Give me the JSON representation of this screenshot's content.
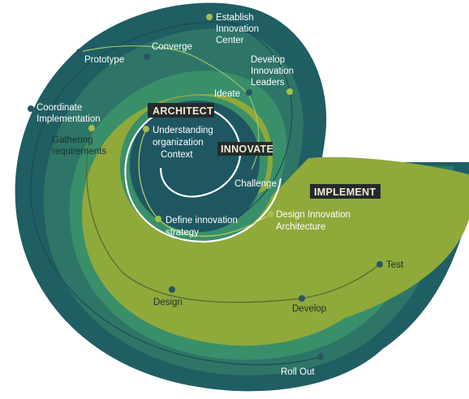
{
  "colors": {
    "outer_dark": "#1f5e63",
    "outer_mid": "#2e7567",
    "green_mid": "#3a8f6b",
    "lime": "#8fa93a",
    "lime_light": "#a7bd45",
    "inner_dark": "#1e5762",
    "phase_box": "#242a2b",
    "white_line": "#ffffff",
    "dot_lime": "#a3bf4a",
    "dot_dark": "#2a5560"
  },
  "phases": {
    "architect": "ARCHITECT",
    "innovate": "INNOVATE",
    "implement": "IMPLEMENT"
  },
  "labels": {
    "establish": [
      "Establish",
      "Innovation",
      "Center"
    ],
    "prototype": "Prototype",
    "converge": "Converge",
    "develop_leaders": [
      "Develop",
      "Innovation",
      "Leaders"
    ],
    "coordinate": [
      "Coordinate",
      "Implementation"
    ],
    "ideate": "Ideate",
    "gathering": [
      "Gathering",
      "requirements"
    ],
    "understanding": [
      "Understanding",
      "organization",
      "Context"
    ],
    "challenge": "Challenge",
    "design_architecture": [
      "Design Innovation",
      "Architecture"
    ],
    "define_strategy": [
      "Define innovation",
      "strategy"
    ],
    "test": "Test",
    "design": "Design",
    "develop": "Develop",
    "roll_out": "Roll Out"
  }
}
